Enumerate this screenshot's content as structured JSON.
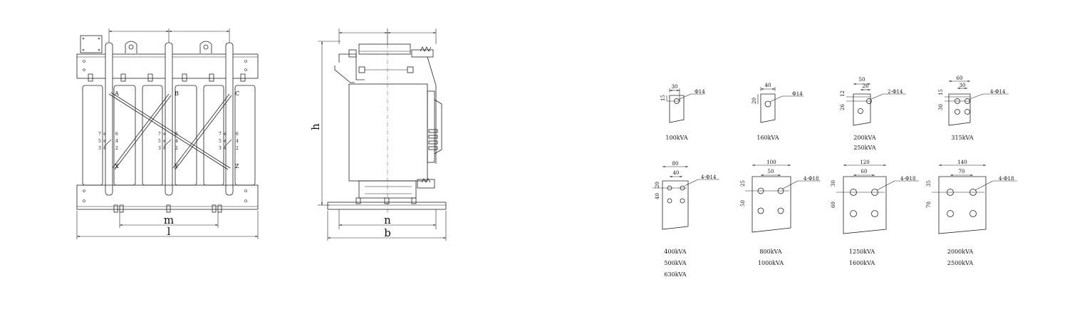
{
  "front_view": {
    "phase_top": [
      "A",
      "B",
      "C"
    ],
    "phase_bottom": [
      "X",
      "Y",
      "Z"
    ],
    "taps_left": [
      "7",
      "5",
      "3"
    ],
    "taps_right": [
      "6",
      "4",
      "2"
    ],
    "dim_m": "m",
    "dim_l": "l"
  },
  "side_view": {
    "dim_h": "h",
    "dim_n": "n",
    "dim_b": "b"
  },
  "terminals": [
    {
      "dims": [
        "30",
        "15"
      ],
      "hole": "Φ14",
      "ratings": [
        "100kVA"
      ]
    },
    {
      "dims": [
        "40",
        "20"
      ],
      "hole": "Φ14",
      "ratings": [
        "160kVA"
      ]
    },
    {
      "dims": [
        "50",
        "26",
        "12",
        "26"
      ],
      "hole": "2-Φ14",
      "ratings": [
        "200kVA",
        "250kVA"
      ]
    },
    {
      "dims": [
        "60",
        "30",
        "15",
        "30"
      ],
      "hole": "4-Φ14",
      "ratings": [
        "315kVA"
      ]
    },
    {
      "dims": [
        "80",
        "40",
        "40",
        "20"
      ],
      "hole": "4-Φ14",
      "ratings": [
        "400kVA",
        "500kVA",
        "630kVA"
      ]
    },
    {
      "dims": [
        "100",
        "50",
        "25",
        "50"
      ],
      "hole": "4-Φ18",
      "ratings": [
        "800kVA",
        "1000kVA"
      ]
    },
    {
      "dims": [
        "120",
        "60",
        "30",
        "60"
      ],
      "hole": "4-Φ18",
      "ratings": [
        "1250kVA",
        "1600kVA"
      ]
    },
    {
      "dims": [
        "140",
        "70",
        "35",
        "70"
      ],
      "hole": "4-Φ18",
      "ratings": [
        "2000kVA",
        "2500kVA"
      ]
    }
  ]
}
